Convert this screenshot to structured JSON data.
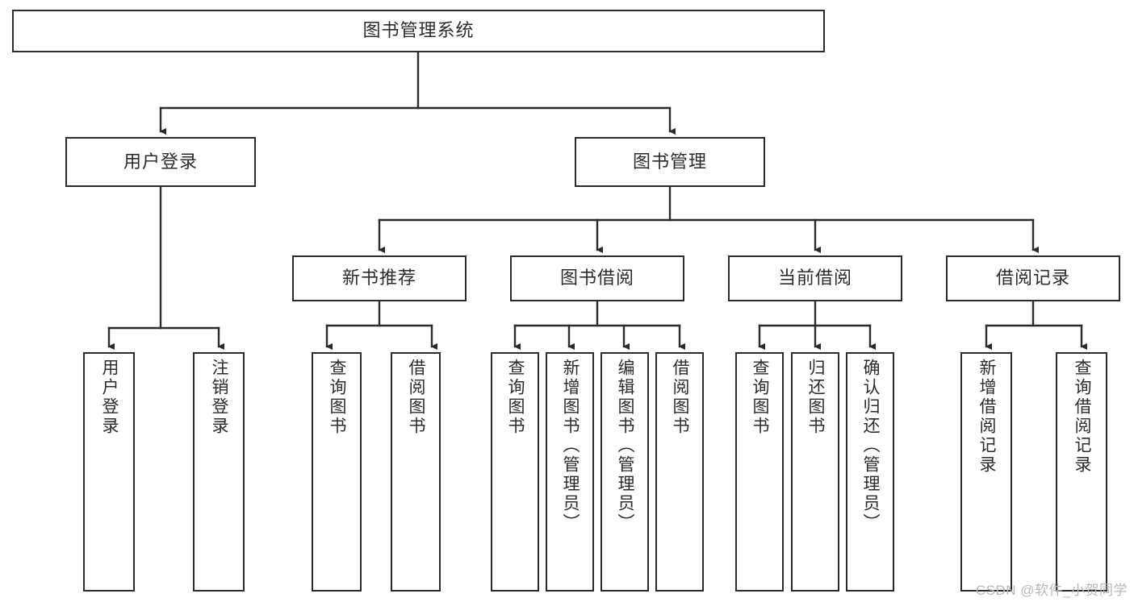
{
  "diagram": {
    "type": "tree",
    "title": "图书管理系统",
    "root": {
      "label": "图书管理系统"
    },
    "level1": [
      {
        "label": "用户登录"
      },
      {
        "label": "图书管理"
      }
    ],
    "level2": [
      {
        "label": "新书推荐"
      },
      {
        "label": "图书借阅"
      },
      {
        "label": "当前借阅"
      },
      {
        "label": "借阅记录"
      }
    ],
    "leaves": {
      "user_login": [
        {
          "label": "用户登录"
        },
        {
          "label": "注销登录"
        }
      ],
      "new_book_recommend": [
        {
          "label": "查询图书"
        },
        {
          "label": "借阅图书"
        }
      ],
      "book_borrow": [
        {
          "label": "查询图书"
        },
        {
          "label": "新增图书（管理员）"
        },
        {
          "label": "编辑图书（管理员）"
        },
        {
          "label": "借阅图书"
        }
      ],
      "current_borrow": [
        {
          "label": "查询图书"
        },
        {
          "label": "归还图书"
        },
        {
          "label": "确认归还（管理员）"
        }
      ],
      "borrow_record": [
        {
          "label": "新增借阅记录"
        },
        {
          "label": "查询借阅记录"
        }
      ]
    }
  },
  "watermark": {
    "text": "CSDN @软件_小贺同学"
  },
  "colors": {
    "stroke": "#2b2b2b",
    "fill": "#ffffff",
    "text": "#2b2b2b",
    "watermark": "#b8b8b8"
  }
}
